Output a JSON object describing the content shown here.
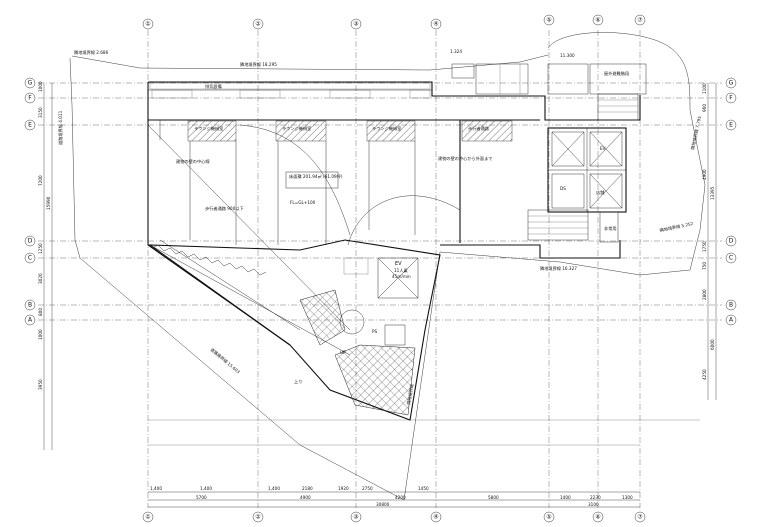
{
  "grid": {
    "columns": [
      "①",
      "②",
      "③",
      "④",
      "⑤",
      "⑥",
      "⑦"
    ],
    "rows": [
      "G",
      "F",
      "E",
      "D",
      "C",
      "B",
      "A"
    ]
  },
  "boundary_labels": {
    "top_left": "隣地境界線 2.686",
    "top_mid": "隣地境界線 18.295",
    "top_right_a": "1.324",
    "top_right_b": "11.300",
    "right_upper": "隣地境界線 7.795",
    "right_lower": "隣地境界線 5.252",
    "center_right": "隣地境界線 16.327",
    "left_vertical": "道路境界線 4.011",
    "lower_left": "道路境界線 15.603",
    "lower_mid": "隣地境界線"
  },
  "rooms": {
    "stair_1": "排気設備",
    "parking": [
      "ラウンジ機械室",
      "ラウンジ機械室",
      "ラウンジ機械室",
      "歩行者通路"
    ],
    "floor_area": "床面積 201.94㎡ (61.09坪)",
    "fl": "FL=GL+100",
    "ev": "EV",
    "ev_cap": "11人乗",
    "ev_spec": "45m/min",
    "ps": "PS",
    "ups": "UP",
    "up_label": "上り",
    "ramp": "歩行者通路 900以下",
    "note_center": "建物の壁の中心から外面まで",
    "note_left": "建物の壁の中心線",
    "right_hall": "屋外避難階段",
    "right_room1": "EV",
    "right_room2": "DS",
    "right_room3": "店舗",
    "right_stair": "非常用"
  },
  "dims_bottom_row1": [
    "1,400",
    "1,400",
    "1,400",
    "2180",
    "1920",
    "2750",
    "1450"
  ],
  "dims_bottom_row2": [
    "5700",
    "4900",
    "4200",
    "5800",
    "1400",
    "2230",
    "1300"
  ],
  "dims_bottom_total": "30800",
  "dims_bottom_right": "3100",
  "dims_left": [
    "1000",
    "3150",
    "7200",
    "1250",
    "3020",
    "800",
    "1000",
    "3950"
  ],
  "dims_left_total": "15990",
  "dims_right": [
    "1100",
    "960",
    "4900",
    "1750",
    "750",
    "2800",
    "6000",
    "4250"
  ],
  "dims_right_total": "13395"
}
